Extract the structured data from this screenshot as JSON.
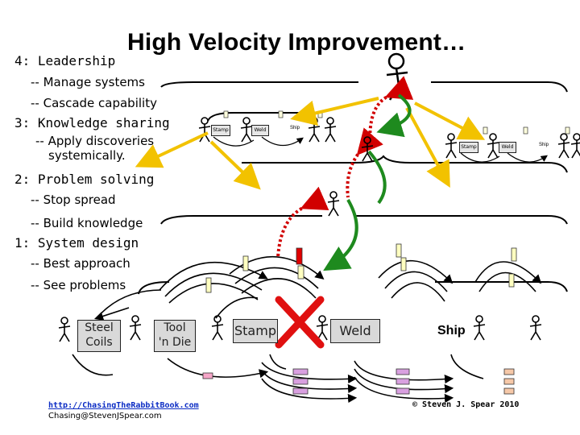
{
  "title": "High Velocity Improvement…",
  "levels": [
    {
      "heading": "4: Leadership",
      "items": [
        "-- Manage systems",
        "-- Cascade capability"
      ]
    },
    {
      "heading": "3: Knowledge sharing",
      "items": [
        "-- Apply discoveries",
        "systemically."
      ]
    },
    {
      "heading": "2: Problem solving",
      "items": [
        "-- Stop spread",
        "-- Build knowledge"
      ]
    },
    {
      "heading": "1: System design",
      "items": [
        "-- Best approach",
        "-- See problems"
      ]
    }
  ],
  "process": {
    "steel_coils": "Steel\nCoils",
    "tool_die": "Tool\n'n Die",
    "stamp": "Stamp",
    "weld": "Weld",
    "ship": "Ship"
  },
  "mini_labels": {
    "stamp": "Stamp",
    "weld": "Weld",
    "ship": "Ship"
  },
  "footer": {
    "url": "http://ChasingTheRabbitBook.com",
    "email": "Chasing@StevenJSpear.com",
    "copyright": "© Steven J. Spear 2010"
  },
  "colors": {
    "yellow_arrow": "#f2c200",
    "red_arrow": "#d10000",
    "green_arrow": "#1e8a1e",
    "red_x": "#e01010"
  }
}
